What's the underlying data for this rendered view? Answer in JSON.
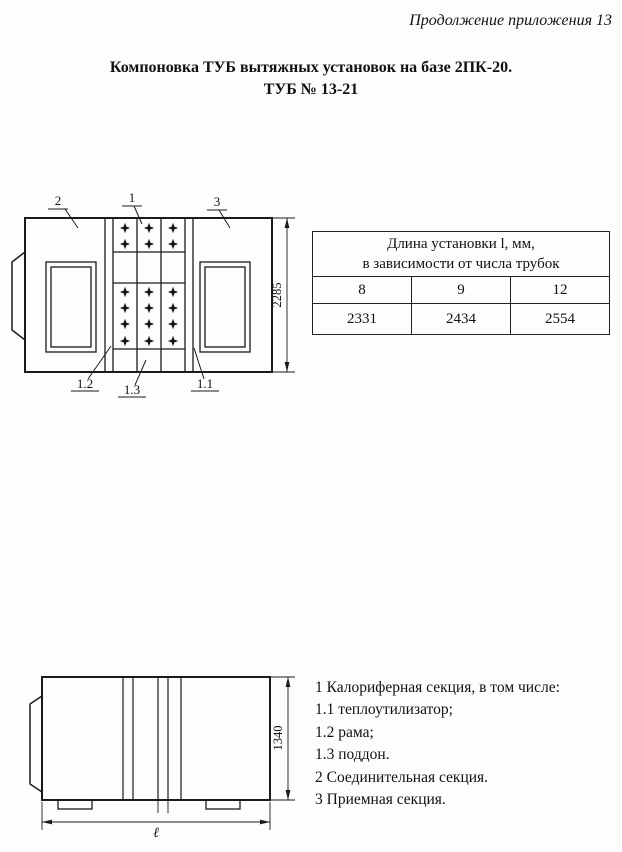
{
  "page": {
    "header_note": "Продолжение приложения 13",
    "title_line1": "Компоновка ТУБ вытяжных установок на базе 2ПК-20.",
    "title_line2": "ТУБ № 13-21"
  },
  "length_table": {
    "header_line1": "Длина установки l, мм,",
    "header_line2": "в зависимости от числа трубок",
    "columns": [
      "8",
      "9",
      "12"
    ],
    "values": [
      "2331",
      "2434",
      "2554"
    ]
  },
  "plan_view": {
    "callout_2": "2",
    "callout_1": "1",
    "callout_3": "3",
    "callout_1_2": "1.2",
    "callout_1_3": "1.3",
    "callout_1_1": "1.1",
    "height_dim": "2285"
  },
  "side_view": {
    "height_dim": "1340",
    "length_dim": "ℓ"
  },
  "legend": {
    "items": [
      "1 Калориферная секция, в том числе:",
      "1.1 теплоутилизатор;",
      "1.2 рама;",
      "1.3 поддон.",
      "2 Соединительная секция.",
      "3 Приемная секция."
    ]
  }
}
